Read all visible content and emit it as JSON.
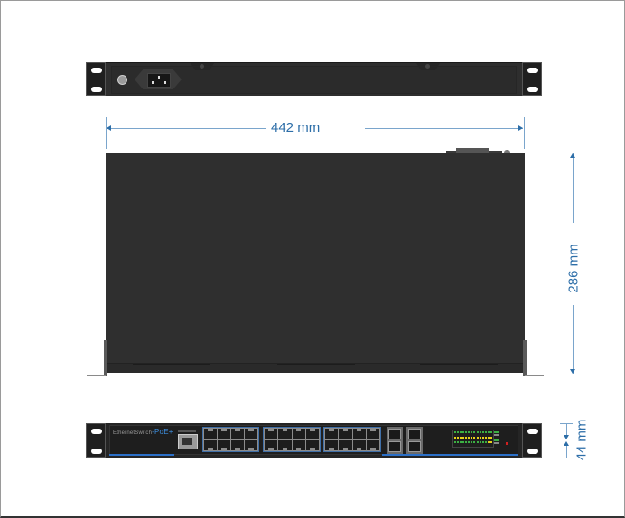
{
  "diagram": {
    "subject": "24-port PoE+ rack-mount Ethernet switch dimensions",
    "colors": {
      "chassis": "#2f2f2f",
      "dimension_line": "#2d6ea8",
      "accent_blue": "#2b6fc7",
      "led_green": "#3cb043",
      "led_yellow": "#e6d21a",
      "led_red": "#d02020"
    }
  },
  "views": {
    "rear": {
      "label": "rear-view",
      "components": [
        "ground-screw",
        "iec-power-inlet",
        "rack-ears"
      ]
    },
    "top": {
      "label": "top-view"
    },
    "front": {
      "label": "front-view",
      "brand_text": "EthernetSwitch",
      "brand_suffix": "-PoE+",
      "rj45_ports": 24,
      "sfp_ports": 4,
      "console_port": 1
    }
  },
  "dimensions": {
    "width": "442 mm",
    "depth": "286 mm",
    "height": "44 mm"
  }
}
